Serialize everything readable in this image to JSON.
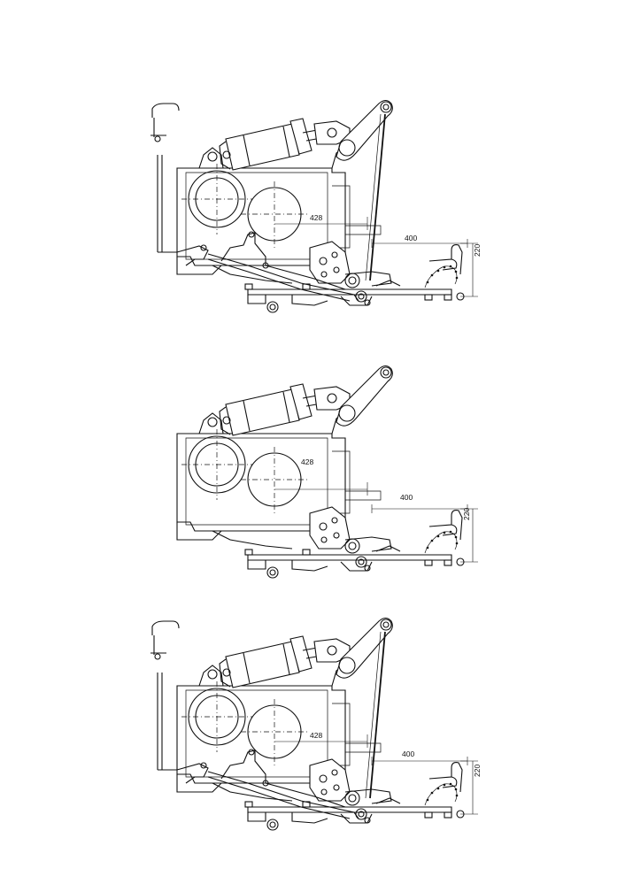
{
  "views": [
    {
      "id": "top",
      "dimensions": {
        "horizontal_upper": "428",
        "horizontal_lower": "400",
        "vertical": "220"
      }
    },
    {
      "id": "middle",
      "dimensions": {
        "horizontal_upper": "428",
        "horizontal_lower": "400",
        "vertical": "220"
      }
    },
    {
      "id": "bottom",
      "dimensions": {
        "horizontal_upper": "428",
        "horizontal_lower": "400",
        "vertical": "220"
      }
    }
  ]
}
